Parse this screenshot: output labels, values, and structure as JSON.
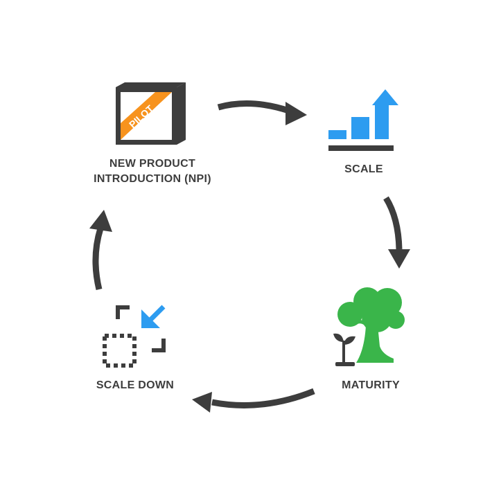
{
  "stages": {
    "npi": {
      "badge": "PILOT",
      "label_line1": "NEW PRODUCT",
      "label_line2": "INTRODUCTION (NPI)"
    },
    "scale": {
      "label": "SCALE"
    },
    "maturity": {
      "label": "MATURITY"
    },
    "scale_down": {
      "label": "SCALE DOWN"
    }
  },
  "colors": {
    "dark": "#3d3d3d",
    "accent_orange": "#f7931e",
    "accent_blue": "#2d9cf0",
    "accent_green": "#3ab54a"
  }
}
